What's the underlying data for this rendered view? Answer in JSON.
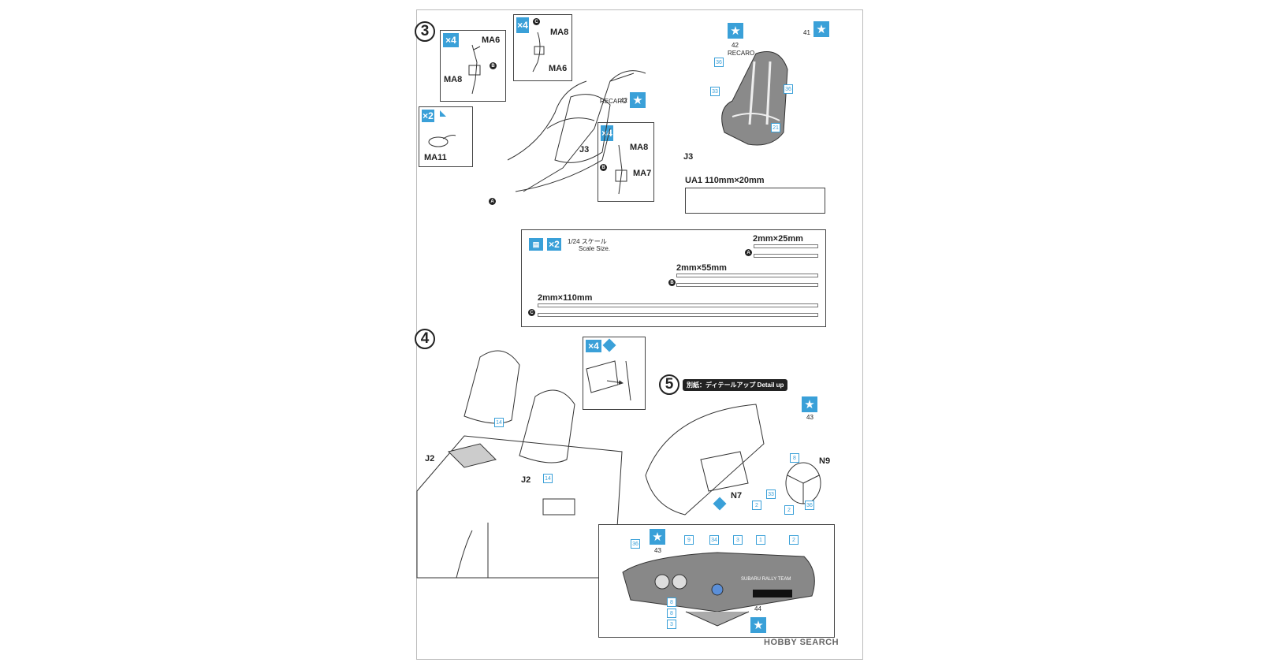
{
  "steps": {
    "s3": "3",
    "s4": "4",
    "s5": "5"
  },
  "parts": {
    "ma6_a": "MA6",
    "ma8_a": "MA8",
    "ma8_b": "MA8",
    "ma6_b": "MA6",
    "ma11": "MA11",
    "j3_left": "J3",
    "ma8_c": "MA8",
    "ma7": "MA7",
    "j3_right": "J3",
    "j2_a": "J2",
    "j2_b": "J2",
    "n9": "N9",
    "n7": "N7"
  },
  "multipliers": {
    "x4a": "×4",
    "x4b": "×4",
    "x2": "×2",
    "x4c": "×4",
    "x4d": "×4",
    "x2tape": "×2"
  },
  "letters": {
    "a": "A",
    "b": "B",
    "c": "C"
  },
  "decals": {
    "recaro": "RECARO",
    "d42": "42",
    "d41": "41",
    "d43": "43",
    "d44": "44"
  },
  "uaTape": {
    "label": "UA1  110mm×20mm"
  },
  "tape": {
    "scale_jp": "1/24 スケール",
    "scale_en": "Scale Size.",
    "a_size": "2mm×25mm",
    "b_size": "2mm×55mm",
    "c_size": "2mm×110mm"
  },
  "step5": {
    "badge": "別紙：ディテールアップ  Detail up"
  },
  "colorNums": {
    "n36a": "36",
    "n33a": "33",
    "n36b": "36",
    "n21": "21",
    "n14a": "14",
    "n14b": "14",
    "n8a": "8",
    "n33b": "33",
    "n2a": "2",
    "n36c": "36",
    "n2b": "2",
    "p36": "36",
    "p9": "9",
    "p34": "34",
    "p3": "3",
    "p1": "1",
    "p2": "2",
    "p8a": "8",
    "p8b": "8",
    "p3b": "3"
  },
  "dashText": "SUBARU RALLY TEAM",
  "watermark": "HOBBY SEARCH",
  "colors": {
    "accent": "#3aa0d8",
    "ink": "#222222"
  }
}
